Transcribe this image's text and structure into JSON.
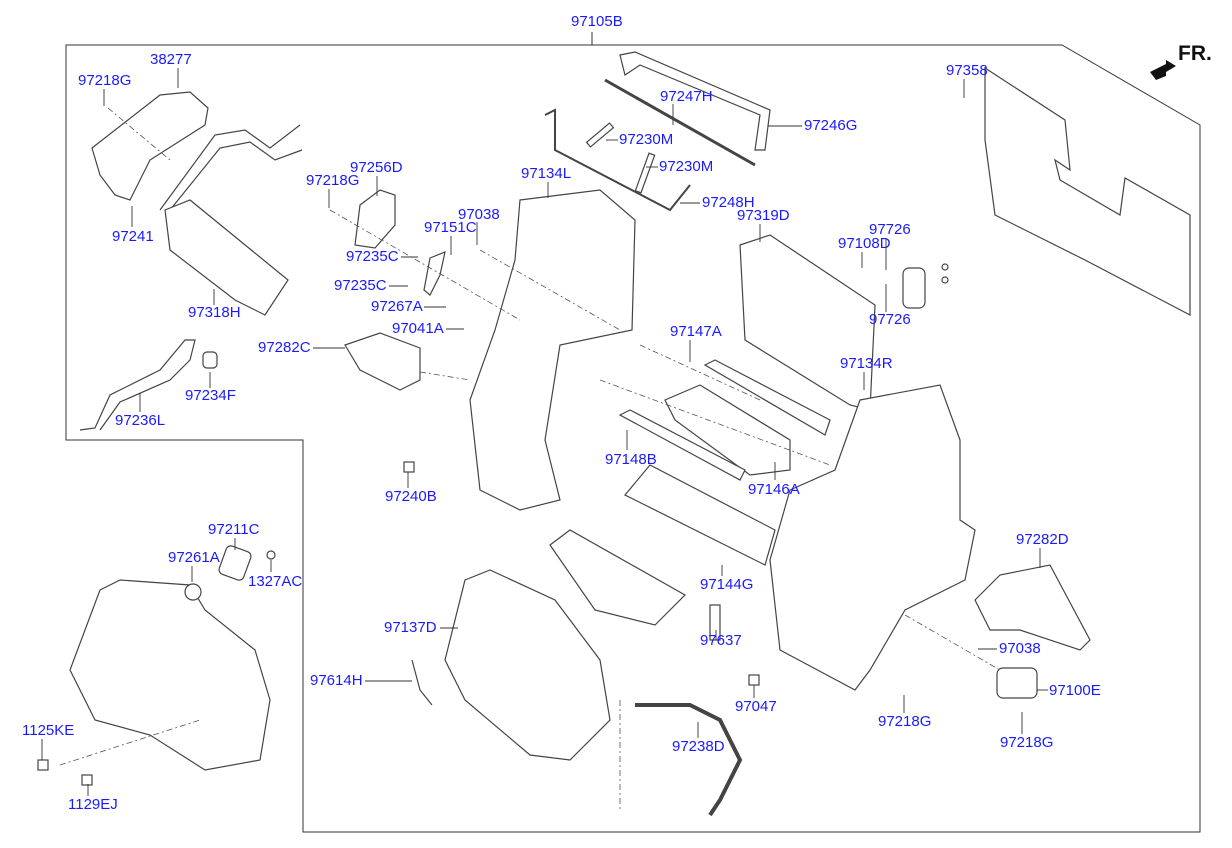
{
  "assembly_label": "97105B",
  "orientation_label": "FR.",
  "label_color": "#1a1aff",
  "parts": [
    {
      "id": "p0",
      "code": "38277"
    },
    {
      "id": "p1",
      "code": "97218G"
    },
    {
      "id": "p2",
      "code": "97241"
    },
    {
      "id": "p3",
      "code": "97318H"
    },
    {
      "id": "p4",
      "code": "97236L"
    },
    {
      "id": "p5",
      "code": "97234F"
    },
    {
      "id": "p6",
      "code": "97256D"
    },
    {
      "id": "p7",
      "code": "97218G"
    },
    {
      "id": "p8",
      "code": "97038"
    },
    {
      "id": "p9",
      "code": "97151C"
    },
    {
      "id": "p10",
      "code": "97235C"
    },
    {
      "id": "p11",
      "code": "97235C"
    },
    {
      "id": "p12",
      "code": "97267A"
    },
    {
      "id": "p13",
      "code": "97041A"
    },
    {
      "id": "p14",
      "code": "97282C"
    },
    {
      "id": "p15",
      "code": "97134L"
    },
    {
      "id": "p16",
      "code": "97247H"
    },
    {
      "id": "p17",
      "code": "97230M"
    },
    {
      "id": "p18",
      "code": "97230M"
    },
    {
      "id": "p19",
      "code": "97246G"
    },
    {
      "id": "p20",
      "code": "97248H"
    },
    {
      "id": "p21",
      "code": "97319D"
    },
    {
      "id": "p22",
      "code": "97108D"
    },
    {
      "id": "p23",
      "code": "97726"
    },
    {
      "id": "p24",
      "code": "97726"
    },
    {
      "id": "p25",
      "code": "97358"
    },
    {
      "id": "p26",
      "code": "97147A"
    },
    {
      "id": "p27",
      "code": "97134R"
    },
    {
      "id": "p28",
      "code": "97148B"
    },
    {
      "id": "p29",
      "code": "97146A"
    },
    {
      "id": "p30",
      "code": "97240B"
    },
    {
      "id": "p31",
      "code": "97211C"
    },
    {
      "id": "p32",
      "code": "97261A"
    },
    {
      "id": "p33",
      "code": "1327AC"
    },
    {
      "id": "p34",
      "code": "97282D"
    },
    {
      "id": "p35",
      "code": "97144G"
    },
    {
      "id": "p36",
      "code": "97137D"
    },
    {
      "id": "p37",
      "code": "97038"
    },
    {
      "id": "p38",
      "code": "97637"
    },
    {
      "id": "p39",
      "code": "97614H"
    },
    {
      "id": "p40",
      "code": "97100E"
    },
    {
      "id": "p41",
      "code": "97047"
    },
    {
      "id": "p42",
      "code": "97218G"
    },
    {
      "id": "p43",
      "code": "97218G"
    },
    {
      "id": "p44",
      "code": "97238D"
    },
    {
      "id": "p45",
      "code": "1125KE"
    },
    {
      "id": "p46",
      "code": "1129EJ"
    }
  ]
}
